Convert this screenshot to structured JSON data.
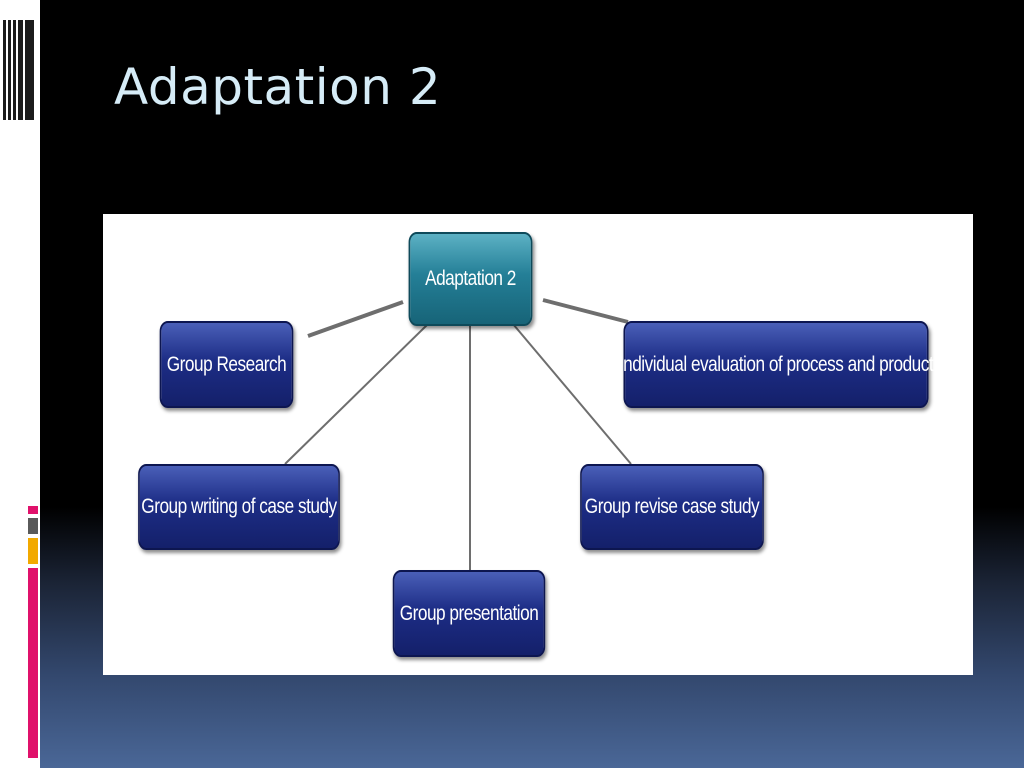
{
  "slide": {
    "title": "Adaptation 2"
  },
  "diagram": {
    "center": {
      "label": "Adaptation 2"
    },
    "nodes": [
      {
        "id": "group-research",
        "label": "Group Research"
      },
      {
        "id": "individual-evaluation",
        "label": "Individual evaluation of process and product"
      },
      {
        "id": "group-writing",
        "label": "Group writing of case study"
      },
      {
        "id": "group-revise",
        "label": "Group revise case study"
      },
      {
        "id": "group-presentation",
        "label": "Group presentation"
      }
    ]
  },
  "colors": {
    "title_text": "#d6ecf7",
    "node_blue": "#1d2d86",
    "node_teal": "#247f97",
    "connector": "#6e6e6e",
    "accent_pink": "#e0116b",
    "accent_orange": "#f2a900",
    "accent_gray": "#5a5a5a"
  }
}
